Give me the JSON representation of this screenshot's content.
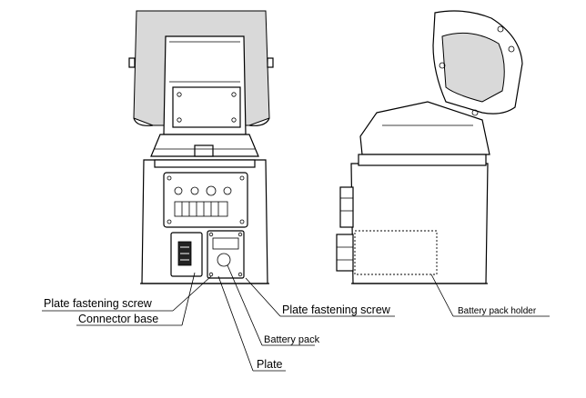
{
  "labels": {
    "plate_fastening_screw_left": "Plate fastening screw",
    "connector_base": "Connector base",
    "plate_fastening_screw_right": "Plate fastening screw",
    "battery_pack": "Battery pack",
    "plate": "Plate",
    "battery_pack_holder": "Battery pack holder"
  }
}
